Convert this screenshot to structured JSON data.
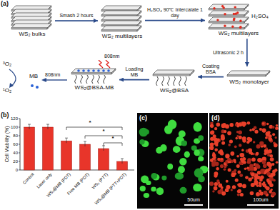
{
  "diagram": {
    "nodes": [
      {
        "text": [
          "WS₂ bulks"
        ]
      },
      {
        "text": [
          "WS₂ multilayers"
        ]
      },
      {
        "text": [
          "H₂SO₄",
          "WS₂ multilayers"
        ]
      },
      {
        "text": [
          "WS₂ monolayer"
        ]
      },
      {
        "text": [
          "WS₂@BSA"
        ]
      },
      {
        "text": [
          "WS₂@BSA-MB"
        ]
      }
    ],
    "edges": [
      {
        "from": 0,
        "to": 1,
        "arrow": "to",
        "label": "Smash 2 hours"
      },
      {
        "from": 1,
        "to": 2,
        "arrow": "to",
        "label": "H₂SO₄ 90℃ Intercalate 1 day"
      },
      {
        "from": 2,
        "to": 3,
        "arrow": "to",
        "label": "Ultrasonic 2 h"
      },
      {
        "from": 3,
        "to": 4,
        "arrow": "to",
        "label": "Coating BSA"
      },
      {
        "from": 4,
        "to": 5,
        "arrow": "to",
        "label": "Loading MB"
      }
    ],
    "labels": [
      "(a)",
      "808nm",
      "808nm",
      "³O₂",
      "MB",
      "¹O₂",
      "(b)",
      "Cell Viability (%)",
      "120",
      "100",
      "80",
      "60",
      "40",
      "20",
      "0",
      "Control",
      "Laser only",
      "WS₂@MB (PDT)",
      "Free MB (PDT)",
      "WS₂ (PTT)",
      "WS₂@MB (PTT+PDT)",
      "*",
      "*",
      "*",
      "(c)",
      "50um",
      "(d)",
      "100um"
    ]
  }
}
